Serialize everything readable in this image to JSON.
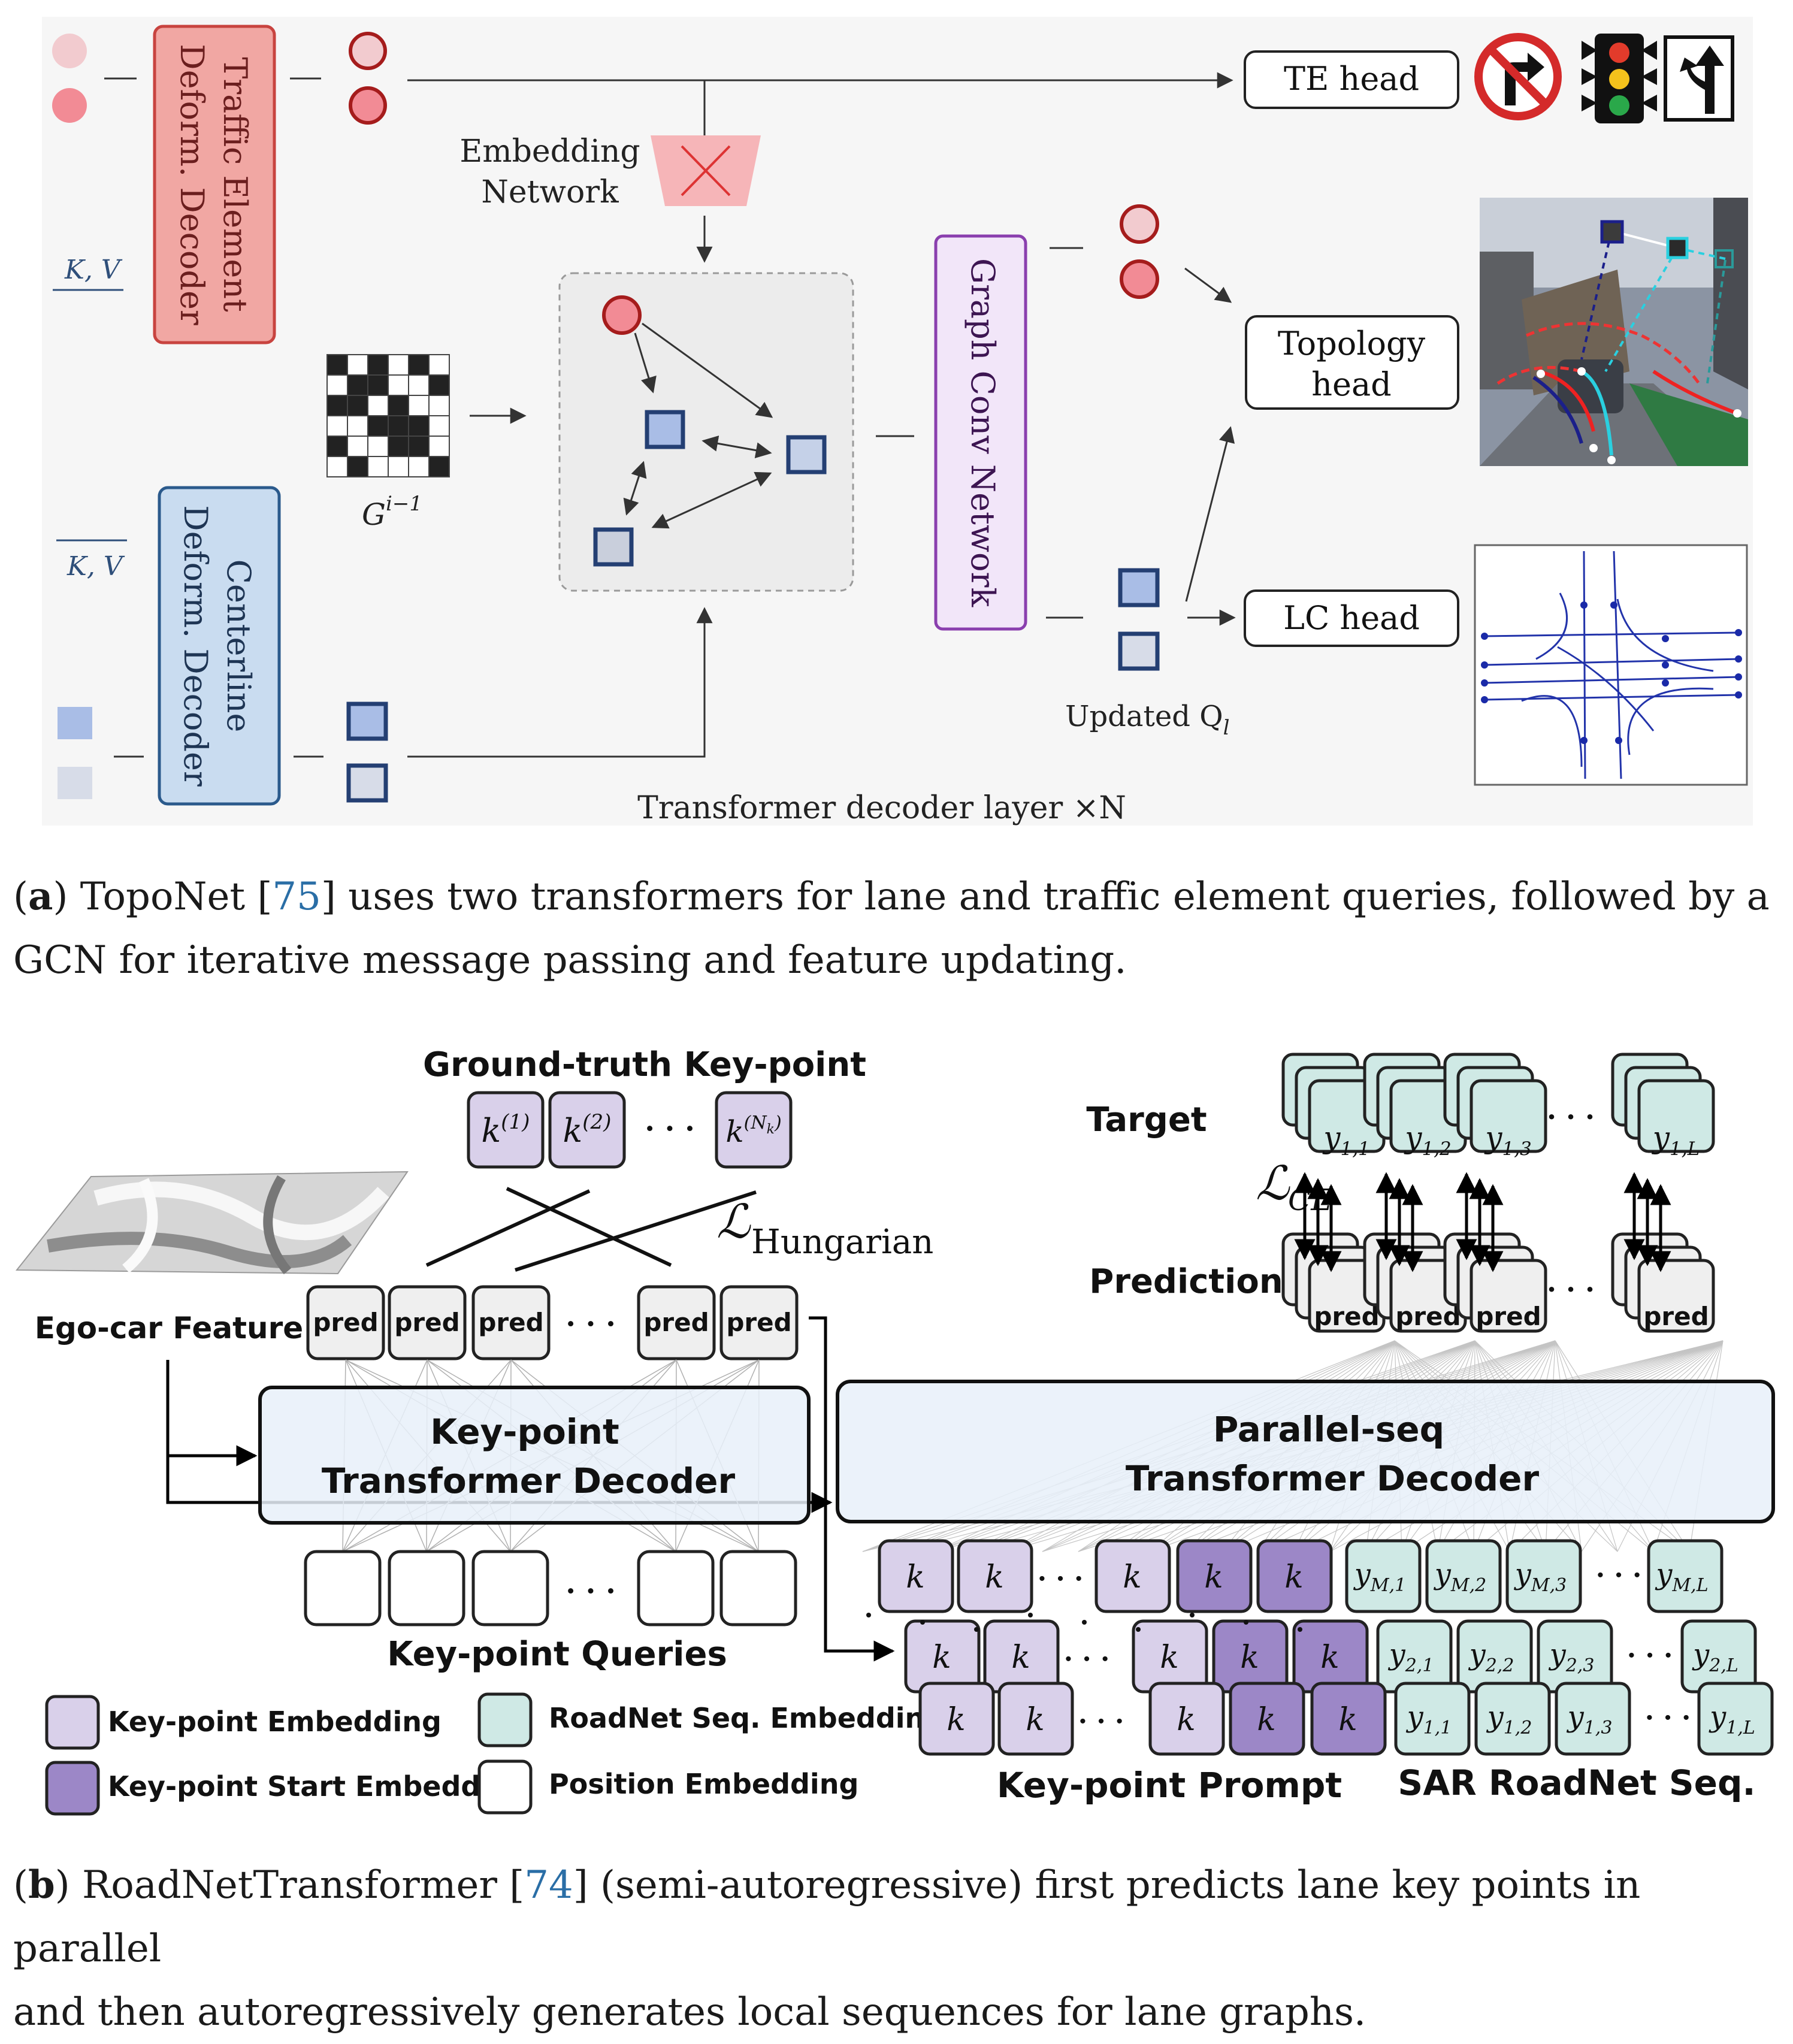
{
  "panel_a": {
    "te_decoder_label_1": "Traffic Element",
    "te_decoder_label_2": "Deform. Decoder",
    "cl_decoder_label_1": "Centerline",
    "cl_decoder_label_2": "Deform. Decoder",
    "kv_top": "K, V",
    "kv_bottom": "K, V",
    "embedding_1": "Embedding",
    "embedding_2": "Network",
    "gcn_label": "Graph Conv Network",
    "g_prev": "G",
    "g_prev_sup": "i−1",
    "te_head": "TE head",
    "topology_head_1": "Topology",
    "topology_head_2": "head",
    "lc_head": "LC head",
    "updated_q": "Updated Q",
    "updated_q_sub": "l",
    "layer_caption": "Transformer decoder layer ×N"
  },
  "caption_a": {
    "letter": "a",
    "pre": " TopoNet [",
    "ref": "75",
    "post": "] uses two transformers for lane and traffic element queries, followed by a",
    "line2": "GCN for iterative message passing and feature updating."
  },
  "panel_b": {
    "gt_keypoint": "Ground-truth Key-point",
    "k1": "k",
    "k1_sup": "(1)",
    "k2": "k",
    "k2_sup": "(2)",
    "kn": "k",
    "kn_sup": "(N",
    "kn_sub": "k",
    "kn_close": ")",
    "hungarian": "Hungarian",
    "l_symbol": "ℒ",
    "target": "Target",
    "prediction": "Prediction",
    "l_ce": "CE",
    "pred": "pred",
    "ego_feature": "Ego-car Feature",
    "kp_decoder_1": "Key-point",
    "kp_decoder_2": "Transformer Decoder",
    "ps_decoder_1": "Parallel-seq",
    "ps_decoder_2": "Transformer Decoder",
    "kp_queries": "Key-point Queries",
    "kp_prompt": "Key-point Prompt",
    "sar_seq": "SAR RoadNet Seq.",
    "legend": [
      {
        "label": "Key-point Embedding",
        "color": "#d9d0ea"
      },
      {
        "label": "Key-point Start Embedding",
        "color": "#9c87c7"
      },
      {
        "label": "RoadNet Seq. Embedding",
        "color": "#cfe9e5"
      },
      {
        "label": "Position Embedding",
        "color": "#ffffff"
      }
    ],
    "target_tokens": [
      "y1,1",
      "y1,2",
      "y1,3",
      "y1,L"
    ],
    "seq_rows": [
      [
        "yM,1",
        "yM,2",
        "yM,3",
        "yM,L"
      ],
      [
        "y2,1",
        "y2,2",
        "y2,3",
        "y2,L"
      ],
      [
        "y1,1",
        "y1,2",
        "y1,3",
        "y1,L"
      ]
    ],
    "ellipsis": "· · ·"
  },
  "caption_b": {
    "letter": "b",
    "pre": " RoadNetTransformer [",
    "ref": "74",
    "post": "] (semi-autoregressive) first predicts lane key points in parallel",
    "line2": "and then autoregressively generates local sequences for lane graphs."
  }
}
